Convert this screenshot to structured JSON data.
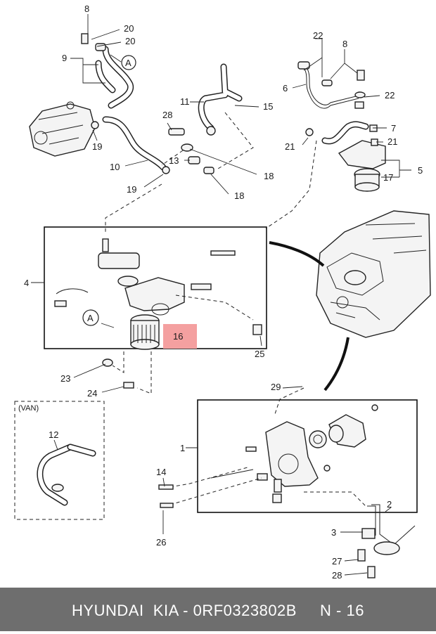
{
  "callouts": {
    "c8a": "8",
    "c20a": "20",
    "c20b": "20",
    "c9": "9",
    "cA1": "A",
    "c22a": "22",
    "c8b": "8",
    "c6": "6",
    "c22b": "22",
    "c11": "11",
    "c15": "15",
    "c28a": "28",
    "c13": "13",
    "c18a": "18",
    "c18b": "18",
    "c19a": "19",
    "c10": "10",
    "c19b": "19",
    "c7": "7",
    "c21a": "21",
    "c21b": "21",
    "c17": "17",
    "c5": "5",
    "c4": "4",
    "cA2": "A",
    "c16": "16",
    "c25": "25",
    "c23": "23",
    "c24": "24",
    "c12": "12",
    "c29": "29",
    "c1": "1",
    "c14": "14",
    "c26": "26",
    "c2": "2",
    "c3": "3",
    "c27": "27",
    "c28b": "28"
  },
  "van_label": "(VAN)",
  "highlight_color": "#f4a0a0",
  "footer": {
    "text": "HYUNDAI  KIA - 0RF0323802B     N - 16"
  }
}
